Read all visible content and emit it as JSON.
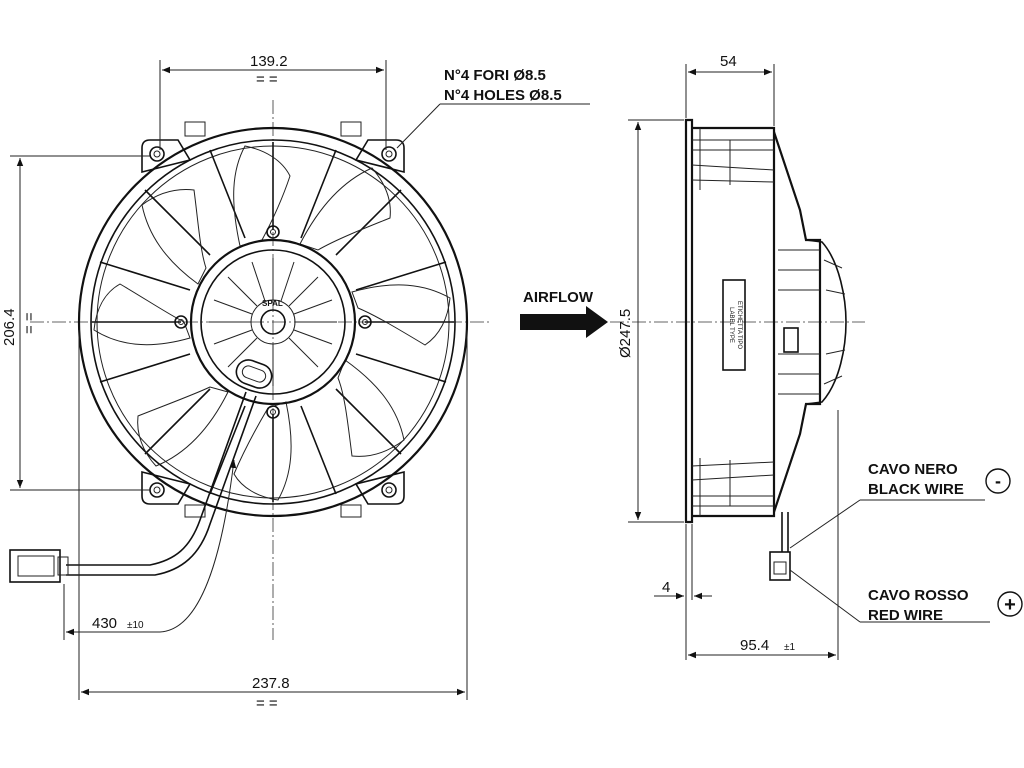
{
  "dimensions": {
    "hole_spacing": "139.2",
    "hole_spacing_sym": "= =",
    "height": "206.4",
    "height_sym": "= =",
    "width": "237.8",
    "width_sym": "= =",
    "cable_length": "430",
    "cable_tol": "±10",
    "depth": "54",
    "diameter": "Ø247.5",
    "flange": "4",
    "overall_depth": "95.4",
    "overall_depth_tol": "±1"
  },
  "notes": {
    "holes_it": "N°4 FORI Ø8.5",
    "holes_en": "N°4 HOLES Ø8.5",
    "airflow": "AIRFLOW",
    "label_line1": "ETICHETTA TIPO",
    "label_line2": "LABEL TYPE",
    "hub_brand": "SPAL"
  },
  "wires": {
    "black_it": "CAVO NERO",
    "black_en": "BLACK WIRE",
    "black_sign": "-",
    "red_it": "CAVO ROSSO",
    "red_en": "RED WIRE",
    "red_sign": "+"
  }
}
